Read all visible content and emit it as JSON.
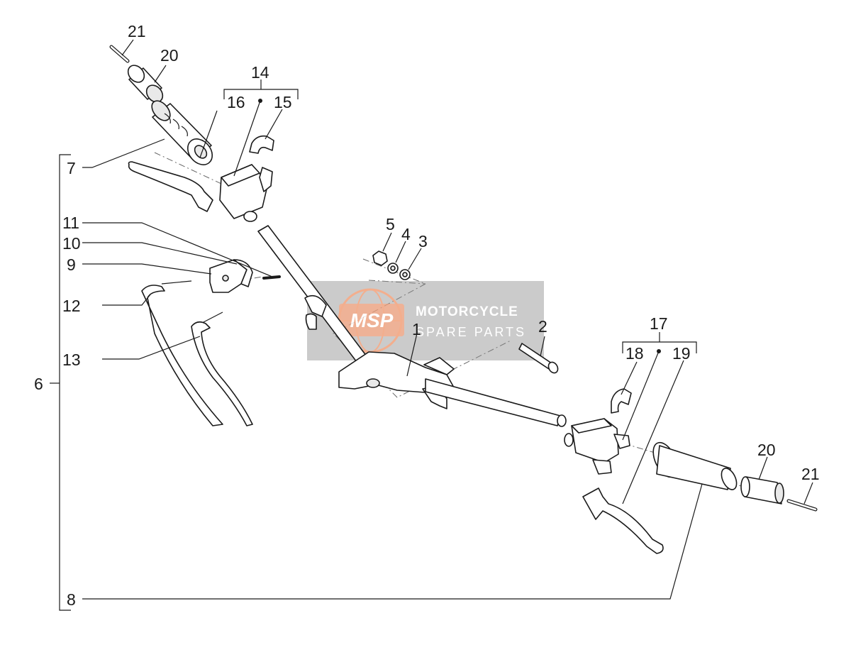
{
  "diagram": {
    "callouts": {
      "c1": "1",
      "c2": "2",
      "c3": "3",
      "c4": "4",
      "c5": "5",
      "c6": "6",
      "c7": "7",
      "c8": "8",
      "c9": "9",
      "c10": "10",
      "c11": "11",
      "c12": "12",
      "c13": "13",
      "c14": "14",
      "c15": "15",
      "c16": "16",
      "c17": "17",
      "c18": "18",
      "c19": "19",
      "c20a": "20",
      "c20b": "20",
      "c21a": "21",
      "c21b": "21"
    },
    "watermark": {
      "logo": "MSP",
      "line1": "MOTORCYCLE",
      "line2": "SPARE PARTS"
    },
    "colors": {
      "line": "#1a1a1a",
      "watermark_bg": "#8f8f8f",
      "watermark_logo": "#f2a07a"
    }
  }
}
